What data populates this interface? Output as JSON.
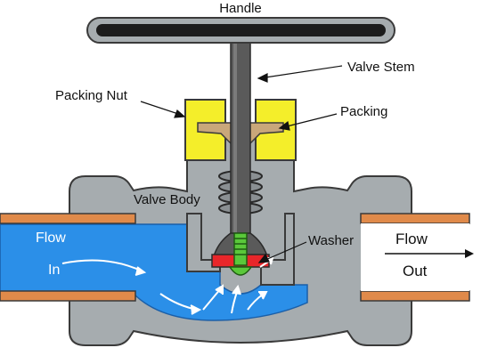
{
  "labels": {
    "handle": "Handle",
    "valve_stem": "Valve Stem",
    "packing_nut": "Packing Nut",
    "packing": "Packing",
    "valve_body": "Valve Body",
    "washer": "Washer",
    "flow_in_1": "Flow",
    "flow_in_2": "In",
    "flow_out_1": "Flow",
    "flow_out_2": "Out"
  },
  "colors": {
    "body": "#a6acaf",
    "outline": "#3a3a3a",
    "water": "#2b8fe8",
    "pipe": "#e08a4a",
    "packing_nut": "#f4ee2a",
    "packing": "#c9a77a",
    "washer": "#e8262a",
    "screw": "#5ac83a",
    "handle": "#1c1c1c",
    "stem": "#5a5a5a"
  }
}
